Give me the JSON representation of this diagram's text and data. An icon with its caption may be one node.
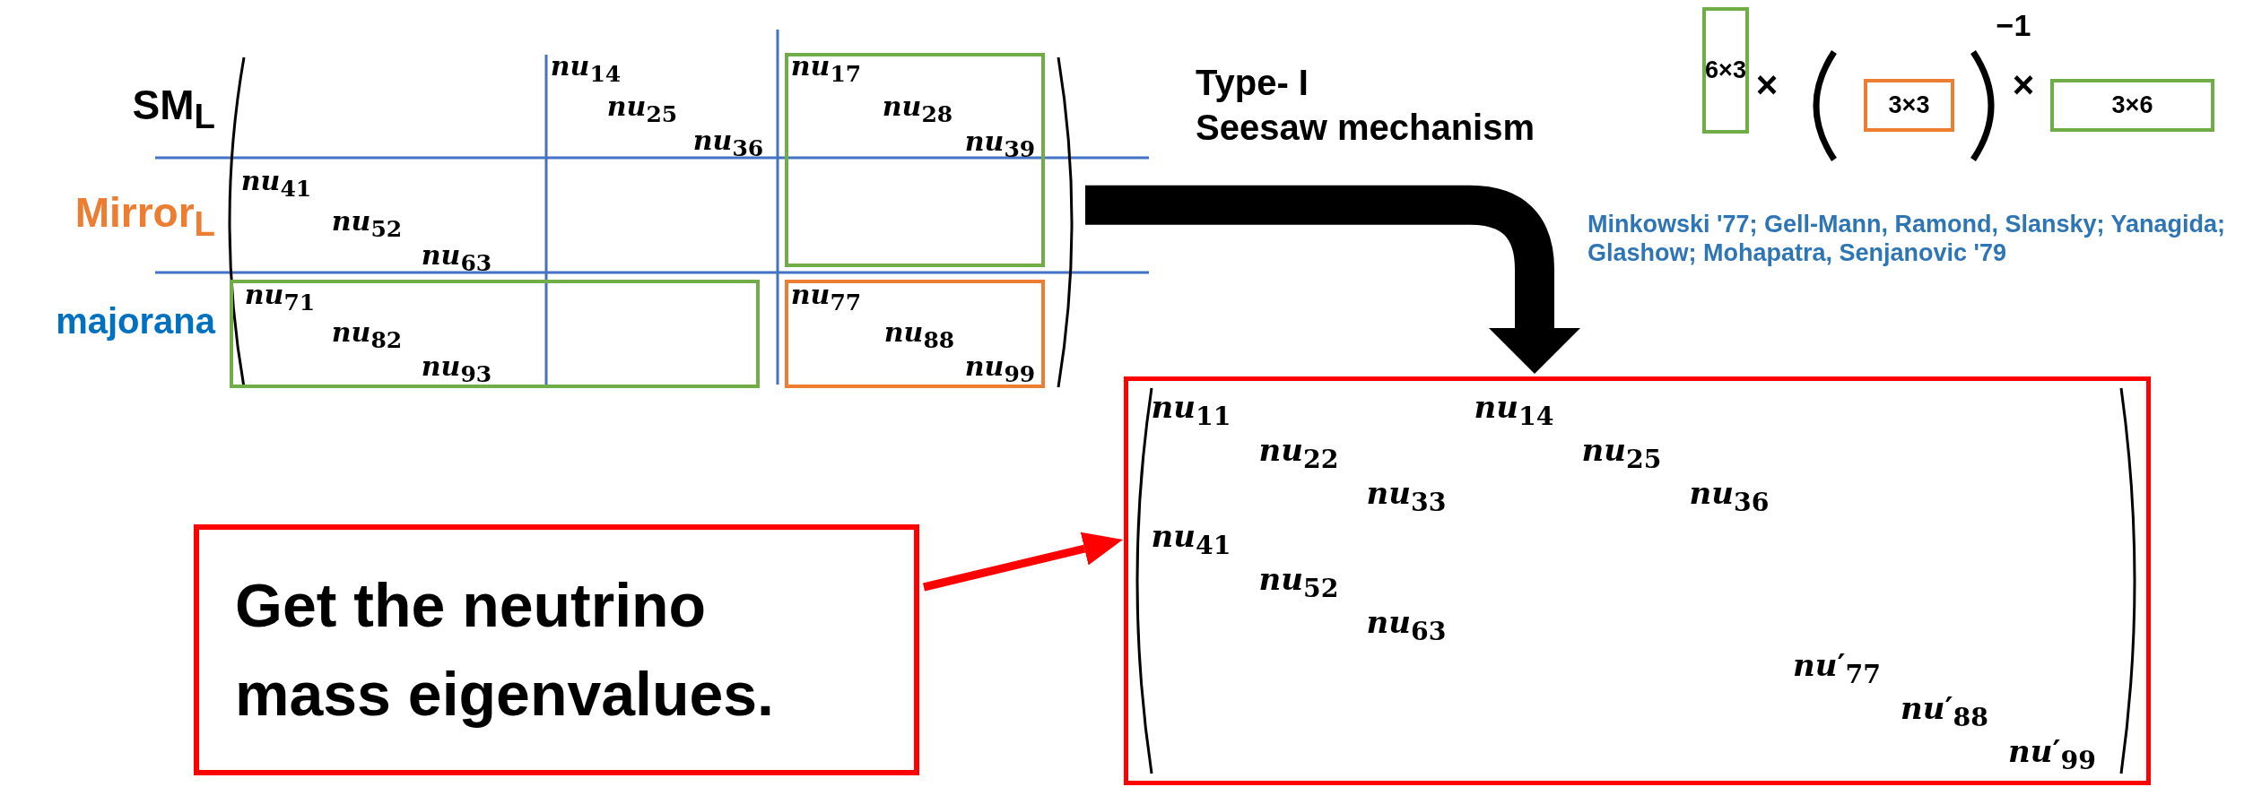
{
  "diagram": {
    "nodes": [
      {
        "text": [
          "*nu*$_{14}$",
          "*nu*$_{25}$",
          "*nu*$_{36}$",
          "*nu*$_{41}$",
          "*nu*$_{52}$",
          "*nu*$_{63}$"
        ],
        "beside": [
          "SM$_{L}$",
          "Mirror$_{L}$",
          "majorana"
        ]
      },
      {
        "text": [
          "*nu*$_{17}$",
          "*nu*$_{28}$",
          "*nu*$_{39}$"
        ],
        "in": 0
      },
      {
        "text": [
          "*nu*$_{71}$",
          "*nu*$_{82}$",
          "*nu*$_{93}$"
        ],
        "in": 0
      },
      {
        "text": [
          "*nu*$_{77}$",
          "*nu*$_{88}$",
          "*nu*$_{99}$"
        ],
        "in": 0
      },
      {
        "text": [
          "6×3"
        ]
      },
      {
        "text": [
          "3×3"
        ]
      },
      {
        "text": [
          "3×6"
        ]
      },
      {
        "text": [
          "*nu*$_{11}$",
          "*nu*$_{14}$",
          "*nu*$_{22}$",
          "*nu*$_{25}$",
          "*nu*$_{33}$",
          "*nu*$_{36}$",
          "*nu*$_{41}$",
          "*nu*$_{52}$",
          "*nu*$_{63}$",
          "*nu*′$_{77}$",
          "*nu*′$_{88}$",
          "*nu*′$_{99}$"
        ]
      },
      {
        "text": [
          "Get the neutrino mass eigenvalues."
        ]
      }
    ],
    "edges": [
      {
        "from": 0,
        "to": 7,
        "arrow": "to",
        "style": "thick",
        "color": "#000000"
      },
      {
        "from": 8,
        "to": 7,
        "arrow": "to",
        "color": "#ff0000"
      }
    ],
    "labels": [
      "Type- I",
      "Seesaw mechanism",
      "×",
      "−1",
      "×",
      "Minkowski '77; Gell-Mann, Ramond, Slansky; Yanagida; Glashow; Mohapatra, Senjanovic '79"
    ]
  }
}
